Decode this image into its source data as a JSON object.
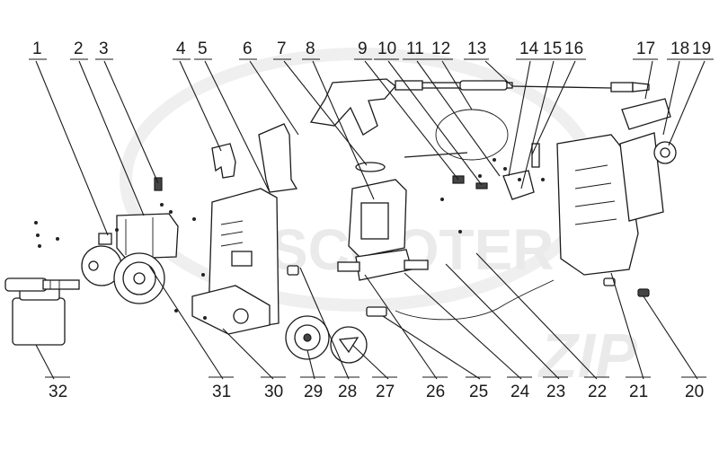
{
  "watermark": {
    "text": "SCOOTER",
    "subtext": "ZIP"
  },
  "callouts": [
    {
      "label": "1"
    },
    {
      "label": "2"
    },
    {
      "label": "3"
    },
    {
      "label": "4"
    },
    {
      "label": "5"
    },
    {
      "label": "6"
    },
    {
      "label": "7"
    },
    {
      "label": "8"
    },
    {
      "label": "9"
    },
    {
      "label": "10"
    },
    {
      "label": "11"
    },
    {
      "label": "12"
    },
    {
      "label": "13"
    },
    {
      "label": "14"
    },
    {
      "label": "15"
    },
    {
      "label": "16"
    },
    {
      "label": "17"
    },
    {
      "label": "18"
    },
    {
      "label": "19"
    },
    {
      "label": "20"
    },
    {
      "label": "21"
    },
    {
      "label": "22"
    },
    {
      "label": "23"
    },
    {
      "label": "24"
    },
    {
      "label": "25"
    },
    {
      "label": "26"
    },
    {
      "label": "27"
    },
    {
      "label": "28"
    },
    {
      "label": "29"
    },
    {
      "label": "30"
    },
    {
      "label": "31"
    },
    {
      "label": "32"
    }
  ]
}
